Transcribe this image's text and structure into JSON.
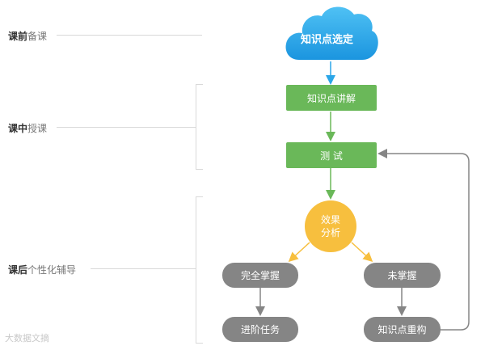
{
  "stages": [
    {
      "strong": "课前",
      "light": "备课"
    },
    {
      "strong": "课中",
      "light": "授课"
    },
    {
      "strong": "课后",
      "light": "个性化辅导"
    }
  ],
  "nodes": {
    "cloud": "知识点选定",
    "explain": "知识点讲解",
    "test": "测 试",
    "effect_line1": "效果",
    "effect_line2": "分析",
    "mastered": "完全掌握",
    "not_mastered": "未掌握",
    "advanced_task": "进阶任务",
    "reconstruct": "知识点重构"
  },
  "watermark": "大数据文摘",
  "colors": {
    "cloud": "#2aa6e8",
    "green": "#6ab859",
    "yellow": "#f7bf3e",
    "gray": "#858585",
    "line": "#d9d9d9"
  }
}
